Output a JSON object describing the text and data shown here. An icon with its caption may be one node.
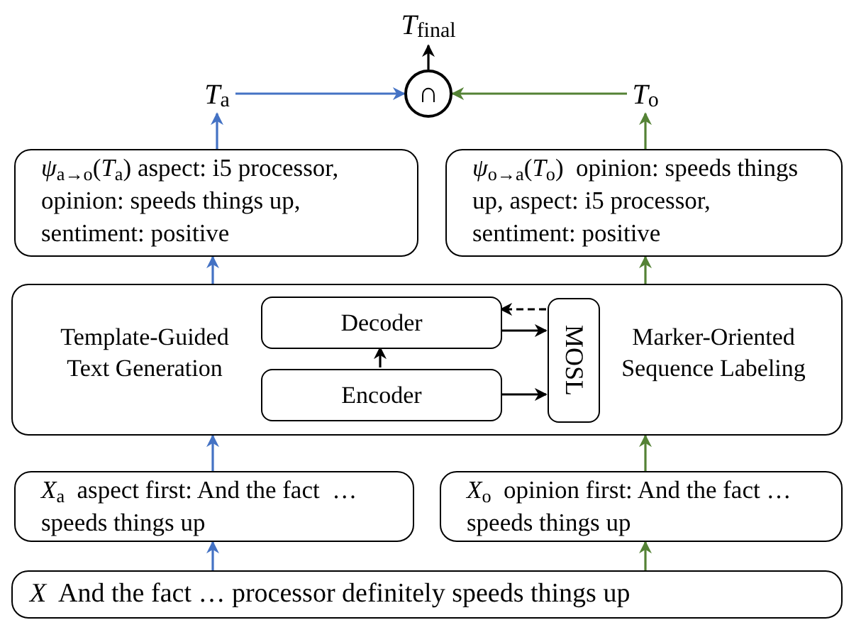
{
  "diagram": {
    "nodes": [
      {
        "text": [
          "*T*$_{final}$"
        ]
      },
      {
        "text": [
          "∩"
        ]
      },
      {
        "text": [
          "*T*$_{a}$"
        ]
      },
      {
        "text": [
          "*T*$_{o}$"
        ]
      },
      {
        "text": [
          "*ψ*$_{a→o}$(*T*$_{a}$) aspect: i5 processor, opinion: speeds things up, sentiment: positive"
        ]
      },
      {
        "text": [
          "*ψ*$_{o→a}$(*T*$_{o}$)  opinion: speeds things up, aspect: i5 processor, sentiment: positive"
        ]
      },
      {
        "text": [
          "Template-Guided Text Generation",
          "Marker-Oriented Sequence Labeling"
        ]
      },
      {
        "text": [
          "Decoder"
        ],
        "in": 6
      },
      {
        "text": [
          "Encoder"
        ],
        "in": 6
      },
      {
        "text": [
          "MOSL"
        ],
        "in": 6
      },
      {
        "text": [
          "*X*$_{a}$  aspect first: And the fact  … speeds things up"
        ]
      },
      {
        "text": [
          "*X*$_{o}$  opinion first: And the fact … speeds things up"
        ]
      },
      {
        "text": [
          "*X*  And the fact … processor definitely speeds things up"
        ]
      }
    ],
    "edges": [
      {
        "from": 12,
        "to": 10,
        "arrow": "to",
        "color": "#4472c4"
      },
      {
        "from": 12,
        "to": 11,
        "arrow": "to",
        "color": "#548235"
      },
      {
        "from": 10,
        "to": 6,
        "arrow": "to",
        "color": "#4472c4"
      },
      {
        "from": 11,
        "to": 6,
        "arrow": "to",
        "color": "#548235"
      },
      {
        "from": 6,
        "to": 4,
        "arrow": "to",
        "color": "#4472c4"
      },
      {
        "from": 6,
        "to": 5,
        "arrow": "to",
        "color": "#548235"
      },
      {
        "from": 4,
        "to": 2,
        "arrow": "to",
        "color": "#4472c4"
      },
      {
        "from": 5,
        "to": 3,
        "arrow": "to",
        "color": "#548235"
      },
      {
        "from": 2,
        "to": 1,
        "arrow": "to",
        "color": "#4472c4"
      },
      {
        "from": 3,
        "to": 1,
        "arrow": "to",
        "color": "#548235"
      },
      {
        "from": 1,
        "to": 0,
        "arrow": "to",
        "color": "#000000"
      },
      {
        "from": 8,
        "to": 7,
        "arrow": "to",
        "color": "#000000"
      },
      {
        "from": 7,
        "to": 9,
        "arrow": "to",
        "color": "#000000"
      },
      {
        "from": 8,
        "to": 9,
        "arrow": "to",
        "color": "#000000"
      },
      {
        "from": 9,
        "to": 7,
        "arrow": "to",
        "style": "dashed",
        "color": "#000000"
      }
    ]
  }
}
